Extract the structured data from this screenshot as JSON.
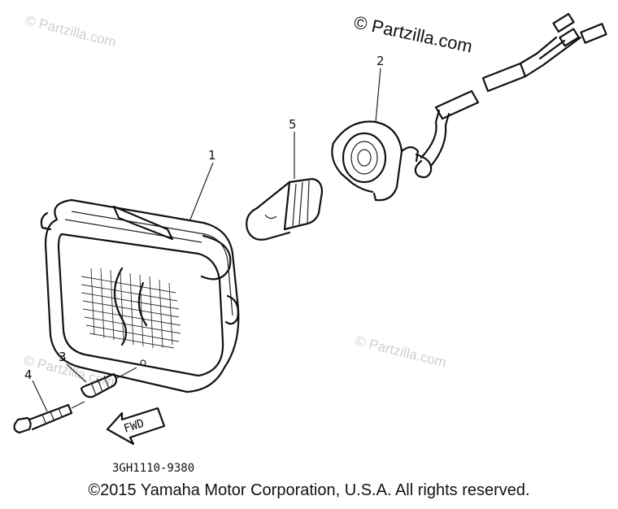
{
  "watermarks": {
    "top_left": "© Partzilla.com",
    "top_right": "© Partzilla.com",
    "mid_left": "© Partzilla.com",
    "mid_right": "© Partzilla.com"
  },
  "callouts": {
    "headlight": "1",
    "socket": "2",
    "spring": "3",
    "screw": "4",
    "bulb": "5"
  },
  "arrow_label": "FWD",
  "diagram_code": "3GH1110-9380",
  "copyright": "©2015 Yamaha Motor Corporation, U.S.A. All rights reserved."
}
